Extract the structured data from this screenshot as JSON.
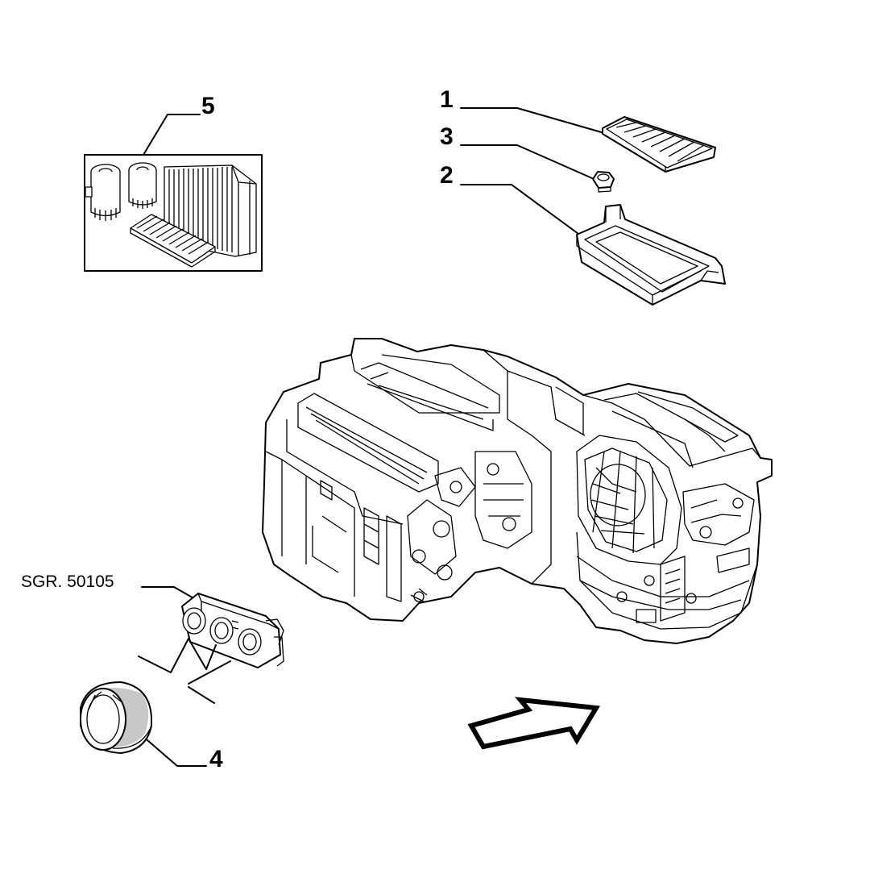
{
  "callouts": {
    "c1": "1",
    "c2": "2",
    "c3": "3",
    "c4": "4",
    "c5": "5",
    "ref": "SGR. 50105"
  },
  "colors": {
    "line": "#000000",
    "background": "#ffffff"
  }
}
